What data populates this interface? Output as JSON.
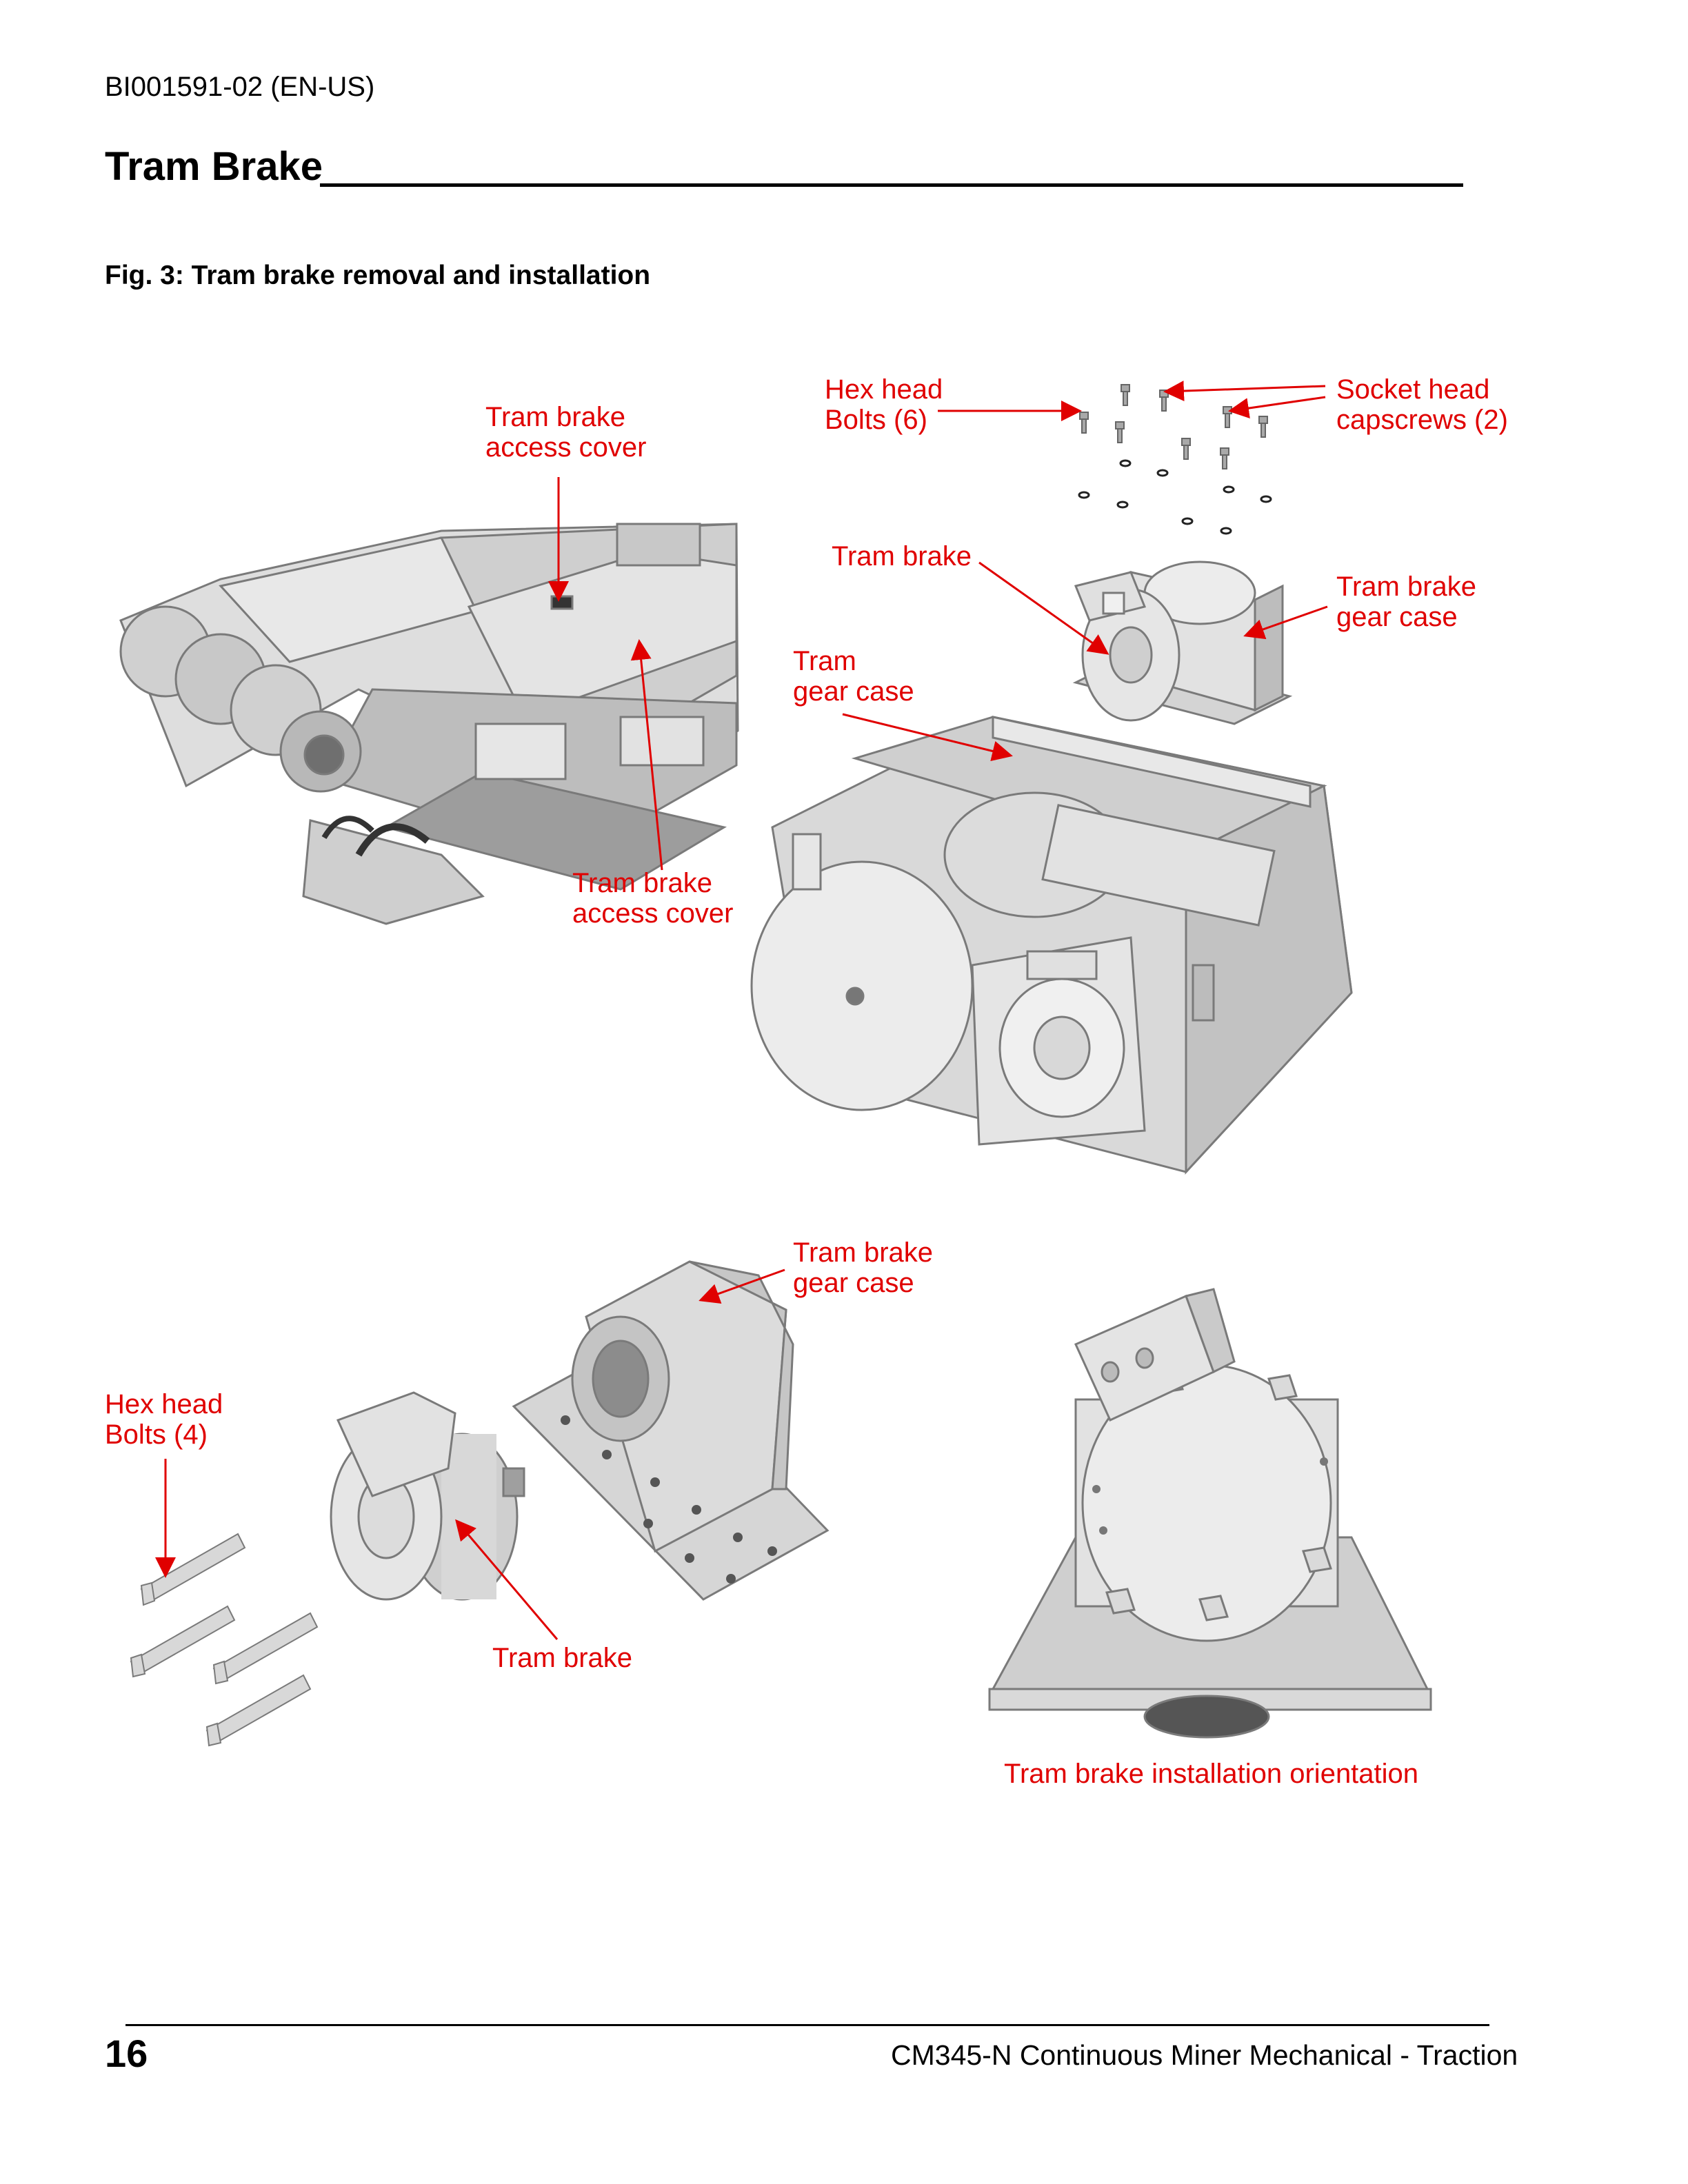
{
  "header": {
    "doc_id": "BI001591-02 (EN-US)",
    "section_title": "Tram Brake",
    "figure_caption": "Fig. 3: Tram brake removal and installation"
  },
  "figure": {
    "callouts": {
      "access_cover_top_l1": "Tram brake",
      "access_cover_top_l2": "access cover",
      "access_cover_bottom_l1": "Tram brake",
      "access_cover_bottom_l2": "access cover",
      "hex_bolts_6_l1": "Hex head",
      "hex_bolts_6_l2": "Bolts (6)",
      "socket_capscrews_l1": "Socket head",
      "socket_capscrews_l2": "capscrews (2)",
      "tram_brake_top": "Tram brake",
      "tram_brake_gear_case_top_l1": "Tram brake",
      "tram_brake_gear_case_top_l2": "gear case",
      "tram_gear_case_l1": "Tram",
      "tram_gear_case_l2": "gear case",
      "tram_brake_gear_case_bottom_l1": "Tram brake",
      "tram_brake_gear_case_bottom_l2": "gear case",
      "hex_bolts_4_l1": "Hex head",
      "hex_bolts_4_l2": "Bolts (4)",
      "tram_brake_bottom": "Tram brake",
      "installation_orientation": "Tram brake installation orientation"
    },
    "colors": {
      "callout": "#e00000",
      "part_fill": "#dcdcdc",
      "part_shade": "#b8b8b8",
      "part_dark": "#8f8f8f"
    }
  },
  "footer": {
    "page_number": "16",
    "manual_title": "CM345-N Continuous Miner Mechanical - Traction"
  }
}
